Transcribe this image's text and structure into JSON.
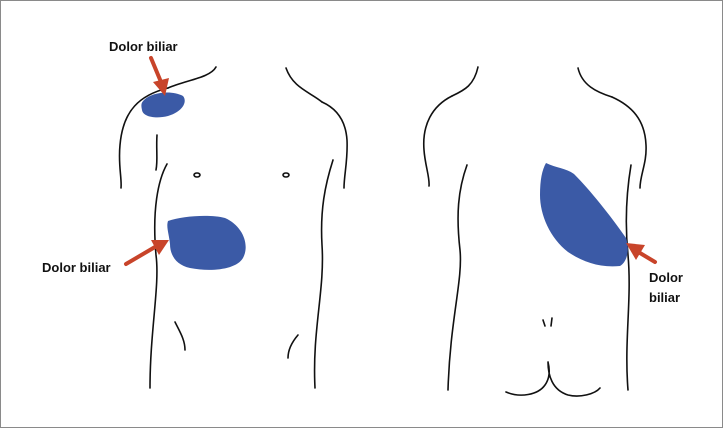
{
  "figure": {
    "labels": {
      "shoulder": "Dolor biliar",
      "front_abdomen": "Dolor biliar",
      "back_line1": "Dolor",
      "back_line2": "biliar"
    },
    "colors": {
      "pain_region": "#3b5aa6",
      "arrow": "#c8442a",
      "outline": "#111111",
      "border": "#8a8a8a"
    },
    "icons": [
      "front-torso-outline",
      "back-torso-outline",
      "pain-region",
      "arrow"
    ]
  }
}
